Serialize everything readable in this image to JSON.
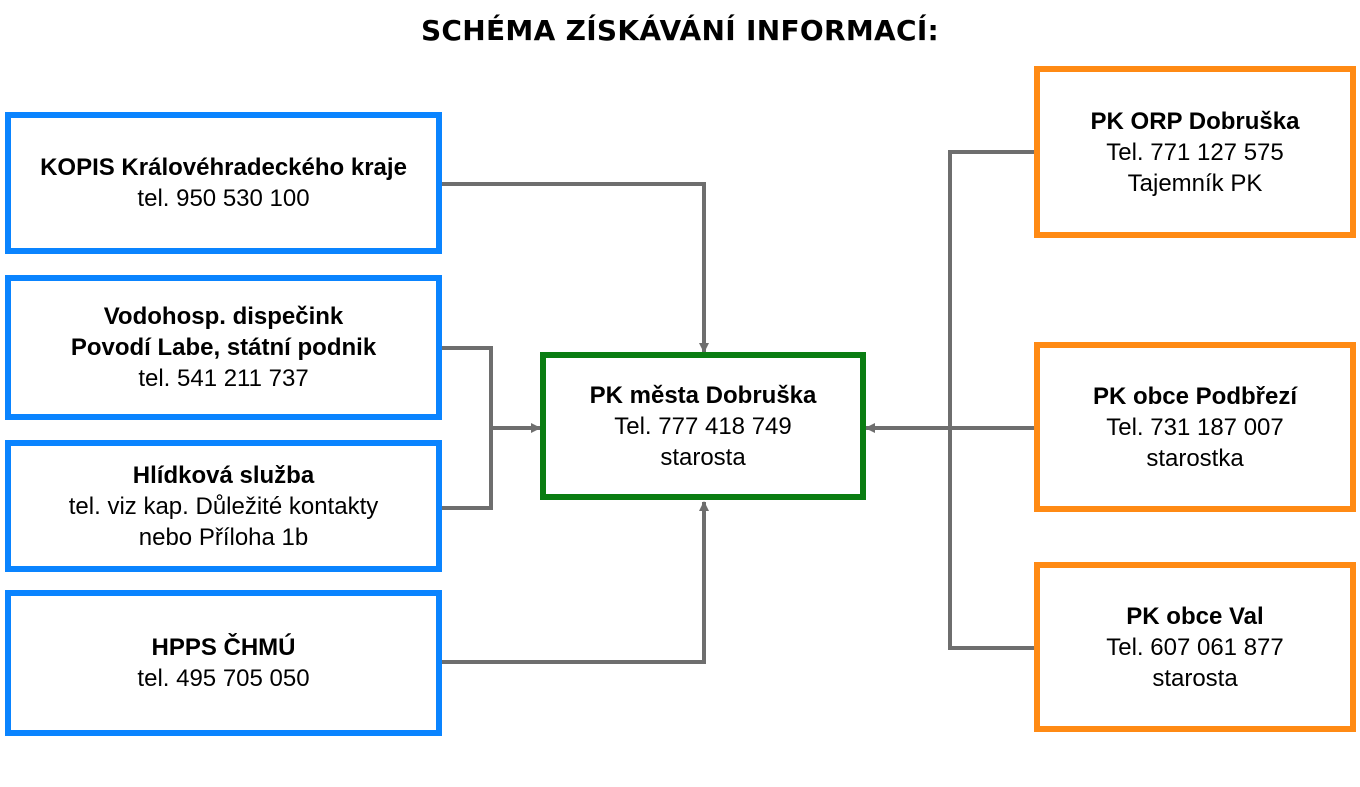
{
  "title": "SCHÉMA ZÍSKÁVÁNÍ INFORMACÍ:",
  "colors": {
    "source_border": "#0a84ff",
    "center_border": "#0a7d12",
    "municipal_border": "#ff8a14",
    "connector": "#6e6e6e"
  },
  "sources": [
    {
      "name": "KOPIS Královéhradeckého kraje",
      "lines": [
        "tel. 950 530 100"
      ]
    },
    {
      "name": "Vodohosp. dispečink",
      "name2": "Povodí Labe, státní podnik",
      "lines": [
        "tel. 541 211 737"
      ]
    },
    {
      "name": "Hlídková služba",
      "lines": [
        "tel. viz kap. Důležité kontakty",
        "nebo Příloha 1b"
      ]
    },
    {
      "name": "HPPS ČHMÚ",
      "lines": [
        "tel. 495 705 050"
      ]
    }
  ],
  "center": {
    "name": "PK města Dobruška",
    "lines": [
      "Tel. 777 418 749",
      "starosta"
    ]
  },
  "municipalities": [
    {
      "name": "PK ORP Dobruška",
      "lines": [
        "Tel. 771 127 575",
        "Tajemník PK"
      ]
    },
    {
      "name": "PK obce Podbřezí",
      "lines": [
        "Tel. 731 187 007",
        "starostka"
      ]
    },
    {
      "name": "PK obce Val",
      "lines": [
        "Tel. 607 061 877",
        "starosta"
      ]
    }
  ]
}
